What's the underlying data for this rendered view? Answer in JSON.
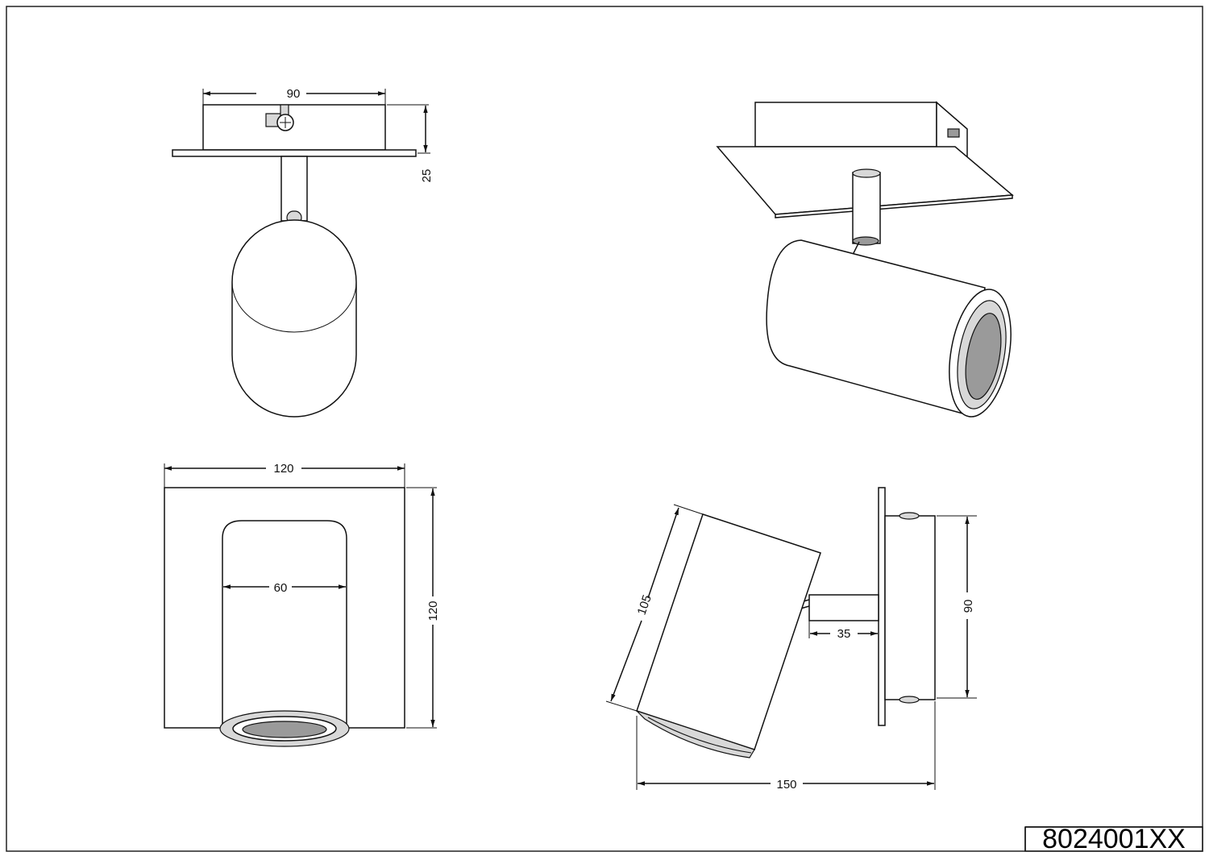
{
  "drawing": {
    "part_number": "8024001XX",
    "dimensions": {
      "front_width": "90",
      "front_depth": "25",
      "bottom_plate_width": "120",
      "bottom_plate_height": "120",
      "bottom_tube_diameter": "60",
      "side_tube_length": "105",
      "side_arm_length": "35",
      "side_box_height": "90",
      "side_total_depth": "150"
    }
  }
}
